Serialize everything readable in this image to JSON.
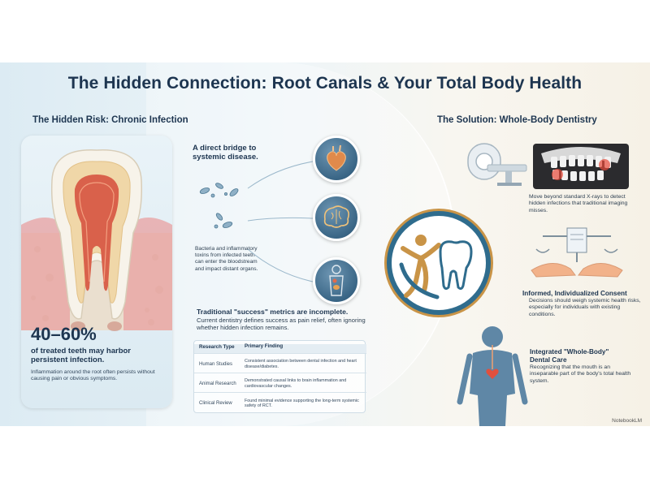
{
  "title": "The Hidden Connection: Root Canals & Your Total Body Health",
  "left": {
    "heading": "The Hidden Risk: Chronic Infection",
    "stat": {
      "value": "40–60%",
      "label": "of treated teeth may harbor persistent infection.",
      "note": "Inflammation around the root often persists without causing pain or obvious symptoms."
    },
    "bridge": "A direct bridge to systemic disease.",
    "bacteria": "Bacteria and inflammatory toxins from infected teeth can enter the bloodstream and impact distant organs.",
    "organ_icons": [
      "heart-icon",
      "brain-icon",
      "body-icon"
    ],
    "metrics": {
      "heading": "Traditional \"success\" metrics are incomplete.",
      "text": "Current dentistry defines success as pain relief, often ignoring whether hidden infection remains."
    },
    "table": {
      "headers": [
        "Research Type",
        "Primary Finding"
      ],
      "rows": [
        [
          "Human Studies",
          "Consistent association between dental infection and heart disease/diabetes."
        ],
        [
          "Animal Research",
          "Demonstrated causal links to brain inflammation and cardiovascular changes."
        ],
        [
          "Clinical Review",
          "Found minimal evidence supporting the long-term systemic safety of RCT."
        ]
      ]
    }
  },
  "right": {
    "heading": "The Solution: Whole-Body Dentistry",
    "items": [
      {
        "title": "",
        "text": "Move beyond standard X-rays to detect hidden infections that traditional imaging misses."
      },
      {
        "title": "Informed, Individualized Consent",
        "text": "Decisions should weigh systemic health risks, especially for individuals with existing conditions."
      },
      {
        "title": "Integrated \"Whole-Body\" Dental Care",
        "text": "Recognizing that the mouth is an inseparable part of the body's total health system."
      }
    ]
  },
  "footer": "NotebookLM",
  "colors": {
    "navy": "#1d3550",
    "steel": "#2f6c8d",
    "gold": "#c99447",
    "accent_red": "#d9443a"
  }
}
